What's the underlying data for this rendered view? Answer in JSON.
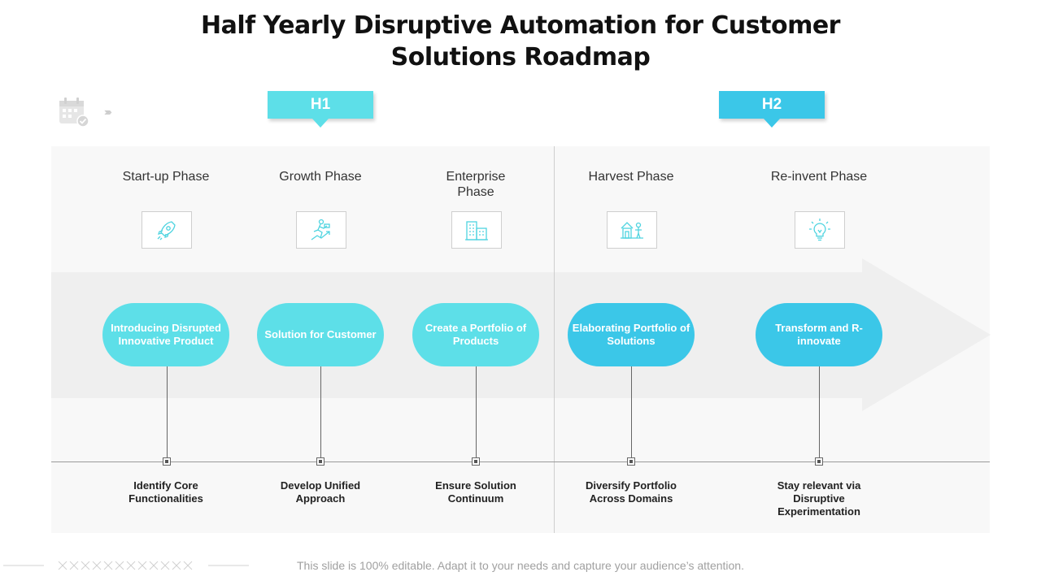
{
  "title": "Half Yearly Disruptive Automation for Customer Solutions Roadmap",
  "halves": [
    {
      "label": "H1",
      "color": "#5ddfe8"
    },
    {
      "label": "H2",
      "color": "#3bc7e8"
    }
  ],
  "phases": [
    {
      "title": "Start-up Phase",
      "icon": "rocket-icon",
      "pill": "Introducing Disrupted Innovative Product",
      "milestone": "Identify Core Functionalities",
      "color": "#5ddfe8"
    },
    {
      "title": "Growth Phase",
      "icon": "runner-growth-icon",
      "pill": "Solution for Customer",
      "milestone": "Develop Unified Approach",
      "color": "#5ddfe8"
    },
    {
      "title": "Enterprise Phase",
      "icon": "building-icon",
      "pill": "Create a Portfolio of Products",
      "milestone": "Ensure  Solution Continuum",
      "color": "#5ddfe8"
    },
    {
      "title": "Harvest Phase",
      "icon": "harvest-icon",
      "pill": "Elaborating Portfolio of Solutions",
      "milestone": "Diversify  Portfolio Across  Domains",
      "color": "#3bc7e8"
    },
    {
      "title": "Re-invent Phase",
      "icon": "lightbulb-icon",
      "pill": "Transform and R-innovate",
      "milestone": "Stay relevant via Disruptive Experimentation",
      "color": "#3bc7e8"
    }
  ],
  "footer": "This slide is 100% editable. Adapt it to your needs and capture your audience’s attention."
}
